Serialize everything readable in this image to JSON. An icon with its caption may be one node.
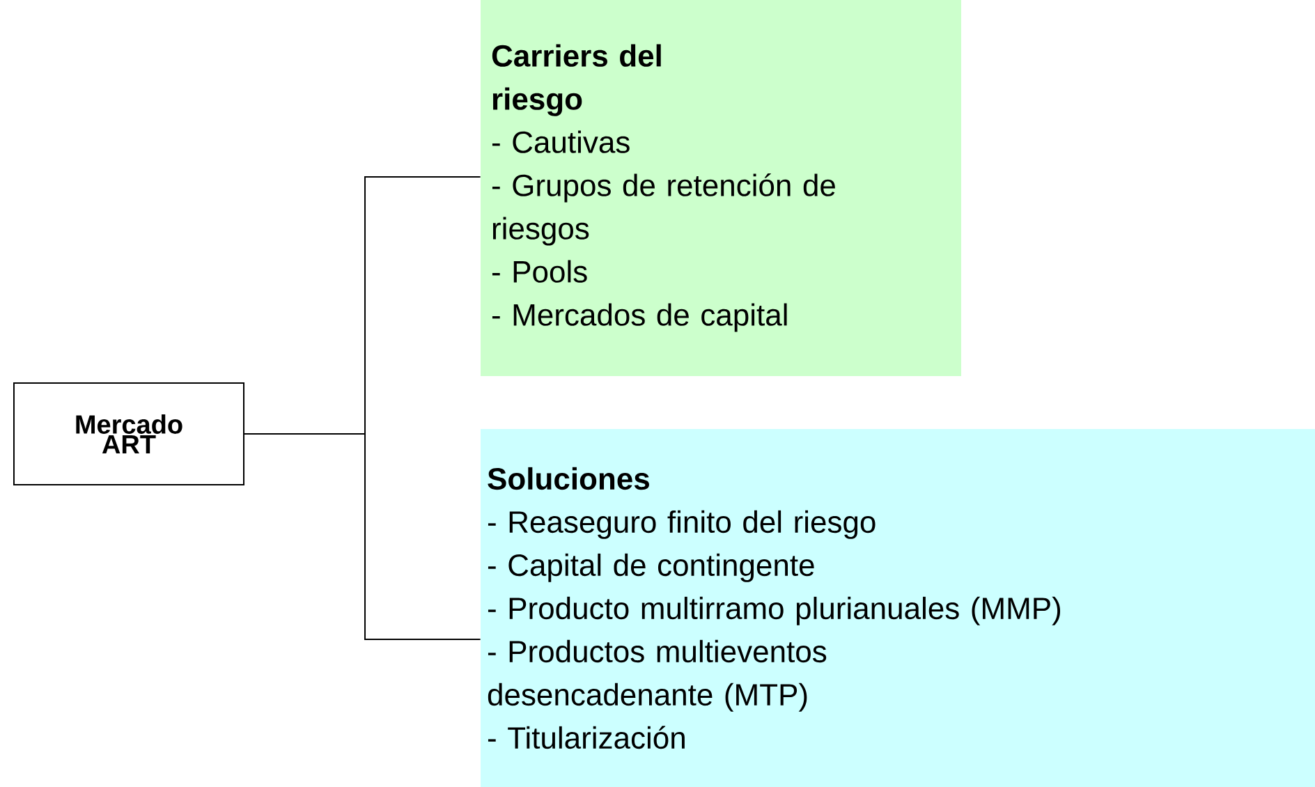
{
  "diagram": {
    "nodes": [
      {
        "text": [
          "Mercado ART"
        ]
      },
      {
        "text": [
          "Carriers del riesgo",
          "- Cautivas",
          "- Grupos de retención de riesgos",
          "- Pools",
          "- Mercados de capital"
        ]
      },
      {
        "text": [
          "Soluciones",
          "- Reaseguro finito del riesgo",
          "- Capital de contingente",
          "- Producto multirramo plurianuales (MMP)",
          "- Productos multieventos desencadenante (MTP)",
          "- Titularización"
        ]
      }
    ],
    "edges": [
      {
        "from": 0,
        "to": 1,
        "arrow": "none"
      },
      {
        "from": 0,
        "to": 2,
        "arrow": "none"
      }
    ]
  }
}
